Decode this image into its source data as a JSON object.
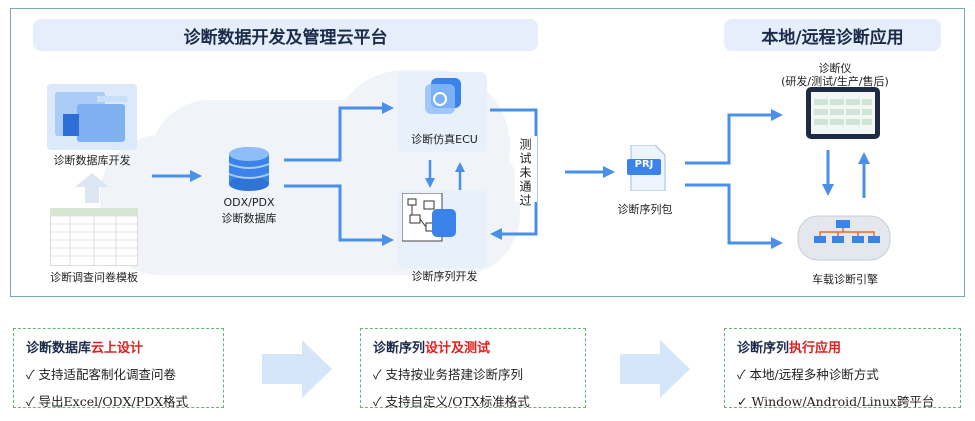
{
  "headers": {
    "left": "诊断数据开发及管理云平台",
    "right": "本地/远程诊断应用"
  },
  "labels": {
    "db_dev": "诊断数据库开发",
    "survey_template": "诊断调查问卷模板",
    "odx_line1": "ODX/PDX",
    "odx_line2": "诊断数据库",
    "ecu_sim": "诊断仿真ECU",
    "seq_dev": "诊断序列开发",
    "test_fail": "测试未通过",
    "seq_pkg": "诊断序列包",
    "prj": "PRJ",
    "tester_line1": "诊断仪",
    "tester_line2": "(研发/测试/生产/售后)",
    "vehicle_engine": "车载诊断引擎"
  },
  "boxes": [
    {
      "title_prefix": "诊断数据库",
      "title_highlight": "云上设计",
      "items": [
        "支持适配客制化调查问卷",
        "导出Excel/ODX/PDX格式"
      ]
    },
    {
      "title_prefix": "诊断序列",
      "title_highlight": "设计及测试",
      "items": [
        "支持按业务搭建诊断序列",
        "支持自定义/OTX标准格式"
      ]
    },
    {
      "title_prefix": "诊断序列",
      "title_highlight": "执行应用",
      "items": [
        "本地/远程多种诊断方式",
        "Window/Android/Linux跨平台"
      ]
    }
  ],
  "check_mark": "✓",
  "colors": {
    "arrow": "#4a8fe8",
    "header_bg": "#e6eefb",
    "box_border": "#6ab17a",
    "highlight": "#e02020",
    "frame_border": "#7aa6b8"
  }
}
